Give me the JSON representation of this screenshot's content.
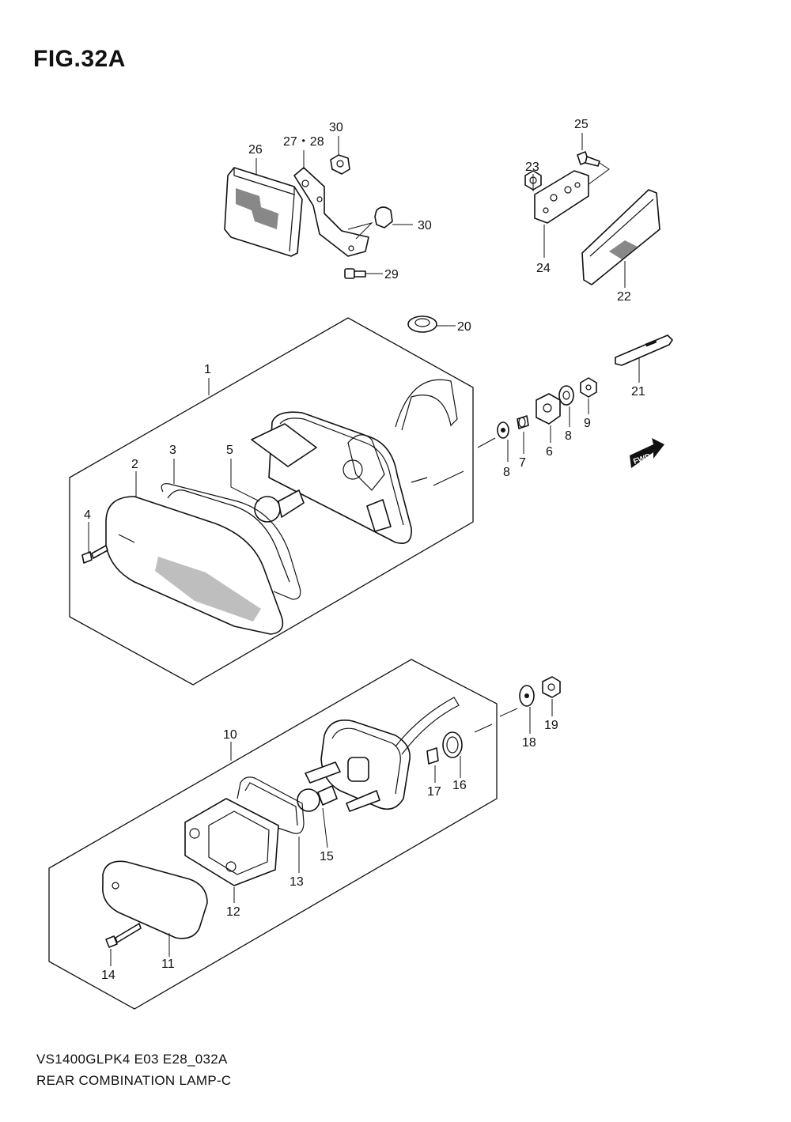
{
  "figure": {
    "title": "FIG.32A",
    "model_code": "VS1400GLPK4 E03 E28_032A",
    "name": "REAR COMBINATION LAMP-C"
  },
  "direction_badge": "FWD",
  "callouts": [
    {
      "id": "c1",
      "label": "1"
    },
    {
      "id": "c2",
      "label": "2"
    },
    {
      "id": "c3",
      "label": "3"
    },
    {
      "id": "c4",
      "label": "4"
    },
    {
      "id": "c5",
      "label": "5"
    },
    {
      "id": "c6",
      "label": "6"
    },
    {
      "id": "c7",
      "label": "7"
    },
    {
      "id": "c8a",
      "label": "8"
    },
    {
      "id": "c8b",
      "label": "8"
    },
    {
      "id": "c9",
      "label": "9"
    },
    {
      "id": "c10",
      "label": "10"
    },
    {
      "id": "c11",
      "label": "11"
    },
    {
      "id": "c12",
      "label": "12"
    },
    {
      "id": "c13",
      "label": "13"
    },
    {
      "id": "c14",
      "label": "14"
    },
    {
      "id": "c15",
      "label": "15"
    },
    {
      "id": "c16",
      "label": "16"
    },
    {
      "id": "c17",
      "label": "17"
    },
    {
      "id": "c18",
      "label": "18"
    },
    {
      "id": "c19",
      "label": "19"
    },
    {
      "id": "c20",
      "label": "20"
    },
    {
      "id": "c21",
      "label": "21"
    },
    {
      "id": "c22",
      "label": "22"
    },
    {
      "id": "c23",
      "label": "23"
    },
    {
      "id": "c24",
      "label": "24"
    },
    {
      "id": "c25",
      "label": "25"
    },
    {
      "id": "c26",
      "label": "26"
    },
    {
      "id": "c27",
      "label": "27・28"
    },
    {
      "id": "c29",
      "label": "29"
    },
    {
      "id": "c30a",
      "label": "30"
    },
    {
      "id": "c30b",
      "label": "30"
    }
  ]
}
